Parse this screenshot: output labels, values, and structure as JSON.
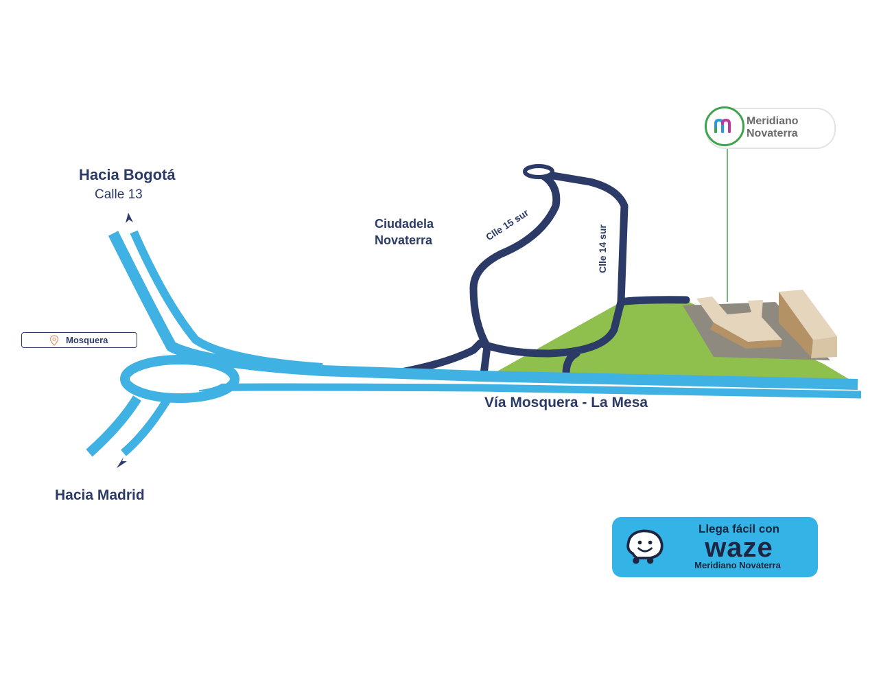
{
  "labels": {
    "bogota_title": "Hacia Bogotá",
    "bogota_sub": "Calle 13",
    "madrid": "Hacia Madrid",
    "ciudadela_line1": "Ciudadela",
    "ciudadela_line2": "Novaterra",
    "via": "Vía Mosquera - La Mesa",
    "clle15": "Clle 15 sur",
    "clle14": "Clle 14 sur",
    "mosquera": "Mosquera"
  },
  "meridiano": {
    "line1": "Meridiano",
    "line2": "Novaterra",
    "logo_icon": "meridiano-m-logo-icon"
  },
  "waze": {
    "line1": "Llega fácil con",
    "word": "waze",
    "line3": "Meridiano Novaterra",
    "icon": "waze-icon"
  },
  "colors": {
    "highway": "#3fb1e3",
    "local_road": "#2b3a67",
    "green_area": "#8fbf4d",
    "waze_bg": "#33b3e6",
    "ring": "#3fa34d"
  }
}
